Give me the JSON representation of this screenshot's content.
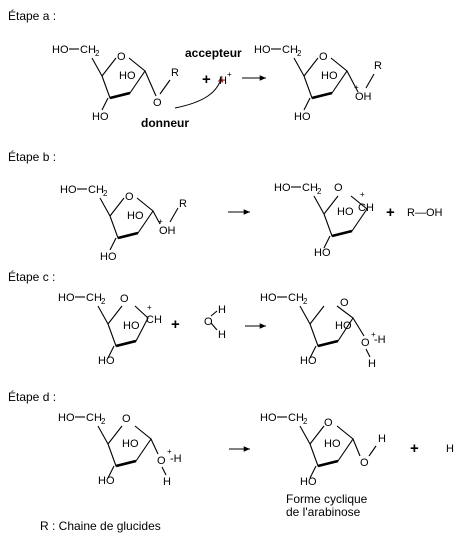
{
  "steps": [
    {
      "title": "Étape a :"
    },
    {
      "title": "Étape b :"
    },
    {
      "title": "Étape c :"
    },
    {
      "title": "Étape d :"
    }
  ],
  "atoms": {
    "ch2oh": [
      "HO",
      "CH",
      "2"
    ],
    "ring_o": "O",
    "ho": "HO",
    "oh": "OH",
    "o": "O",
    "r": "R",
    "h": "H",
    "c_h": "CH",
    "plus_charge": "+",
    "minus_h": "-H"
  },
  "operators": {
    "plus": "+"
  },
  "labels": {
    "acceptor": "accepteur",
    "donor": "donneur",
    "acceptor_color": "#e0191d",
    "donor_color": "#e0191d"
  },
  "step_b_product": "R—OH",
  "caption": [
    "Forme cyclique",
    "de l'arabinose"
  ],
  "note": "R : Chaine de glucides",
  "icons": {
    "mechanism_arrow": "curved-arrow-icon",
    "reaction_arrow": "right-arrow-icon"
  }
}
